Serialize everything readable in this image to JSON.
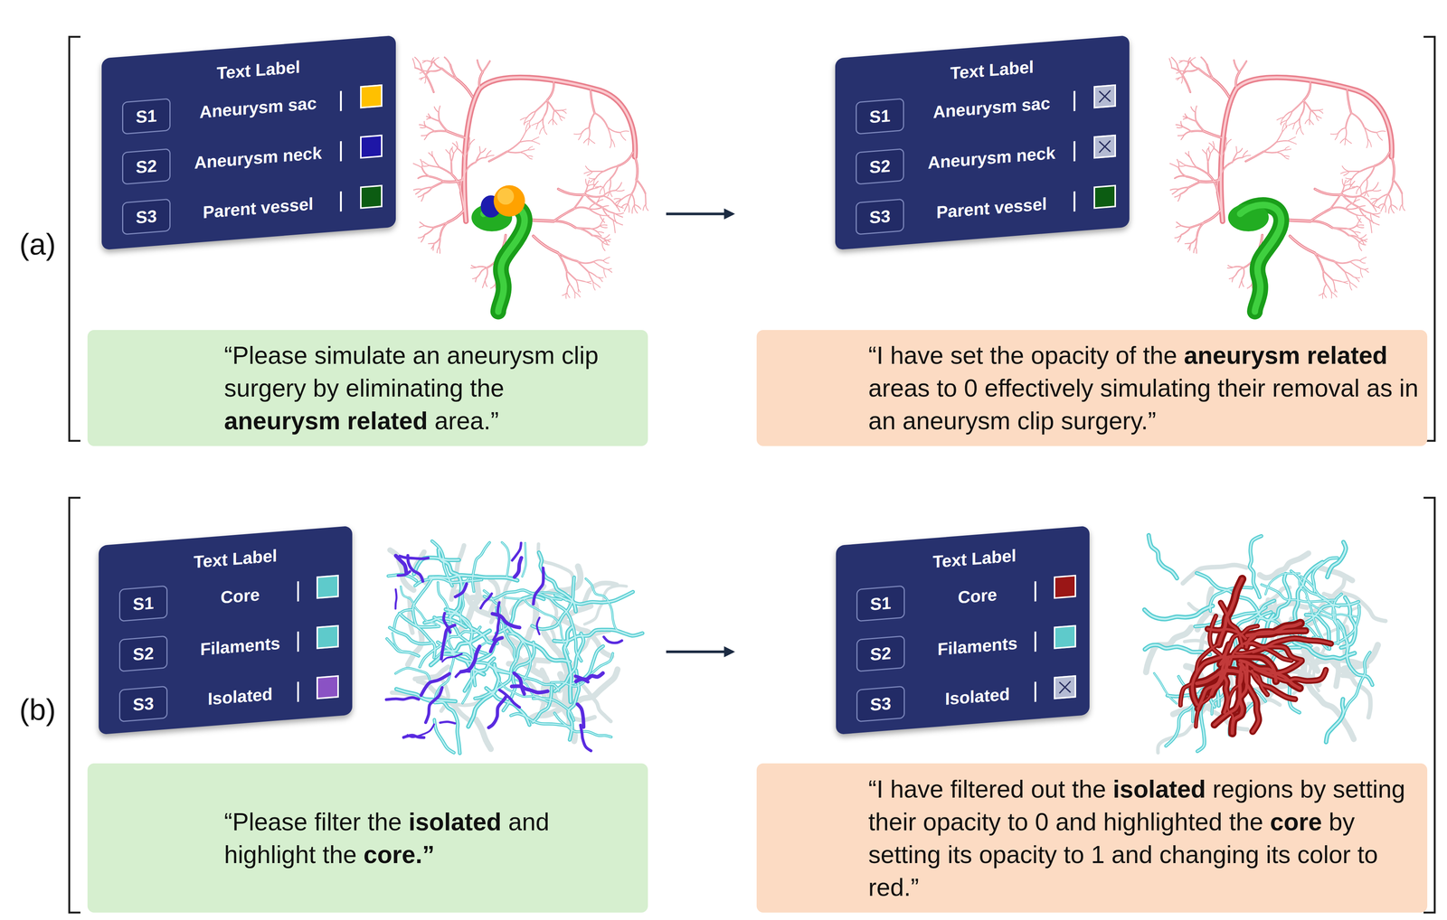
{
  "diagram": {
    "nodes": [
      {
        "text": [
          "Text Label",
          "Aneurysm sac",
          "Aneurysm neck",
          "Parent vessel"
        ]
      },
      {
        "text": [
          "S1"
        ],
        "in": 0
      },
      {
        "text": [
          "S2"
        ],
        "in": 0
      },
      {
        "text": [
          "S3"
        ],
        "in": 0
      },
      {
        "text": [
          "Text Label",
          "Aneurysm sac",
          "Aneurysm neck",
          "Parent vessel"
        ]
      },
      {
        "text": [
          "S1"
        ],
        "in": 4
      },
      {
        "text": [
          "S2"
        ],
        "in": 4
      },
      {
        "text": [
          "S3"
        ],
        "in": 4
      },
      {
        "text": [
          "“Please simulate an aneurysm clip surgery by eliminating the aneurysm related area.”"
        ]
      },
      {
        "text": [
          "“I have set the opacity of the aneurysm related areas to 0 effectively simulating their removal as in an aneurysm clip surgery.”"
        ]
      },
      {
        "text": [
          "Text Label",
          "Core",
          "Filaments",
          "Isolated"
        ]
      },
      {
        "text": [
          "S1"
        ],
        "in": 10
      },
      {
        "text": [
          "S2"
        ],
        "in": 10
      },
      {
        "text": [
          "S3"
        ],
        "in": 10
      },
      {
        "text": [
          "Text Label",
          "Core",
          "Filaments",
          "Isolated"
        ]
      },
      {
        "text": [
          "S1"
        ],
        "in": 14
      },
      {
        "text": [
          "S2"
        ],
        "in": 14
      },
      {
        "text": [
          "S3"
        ],
        "in": 14
      },
      {
        "text": [
          "“Please filter the isolated and highlight the core.”"
        ]
      },
      {
        "text": [
          "“I have filtered out the isolated regions by setting their opacity to 0 and highlighted the core by setting its opacity to 1 and changing its color to red.”"
        ]
      }
    ],
    "labels": [
      "(a)",
      "(b)"
    ]
  }
}
